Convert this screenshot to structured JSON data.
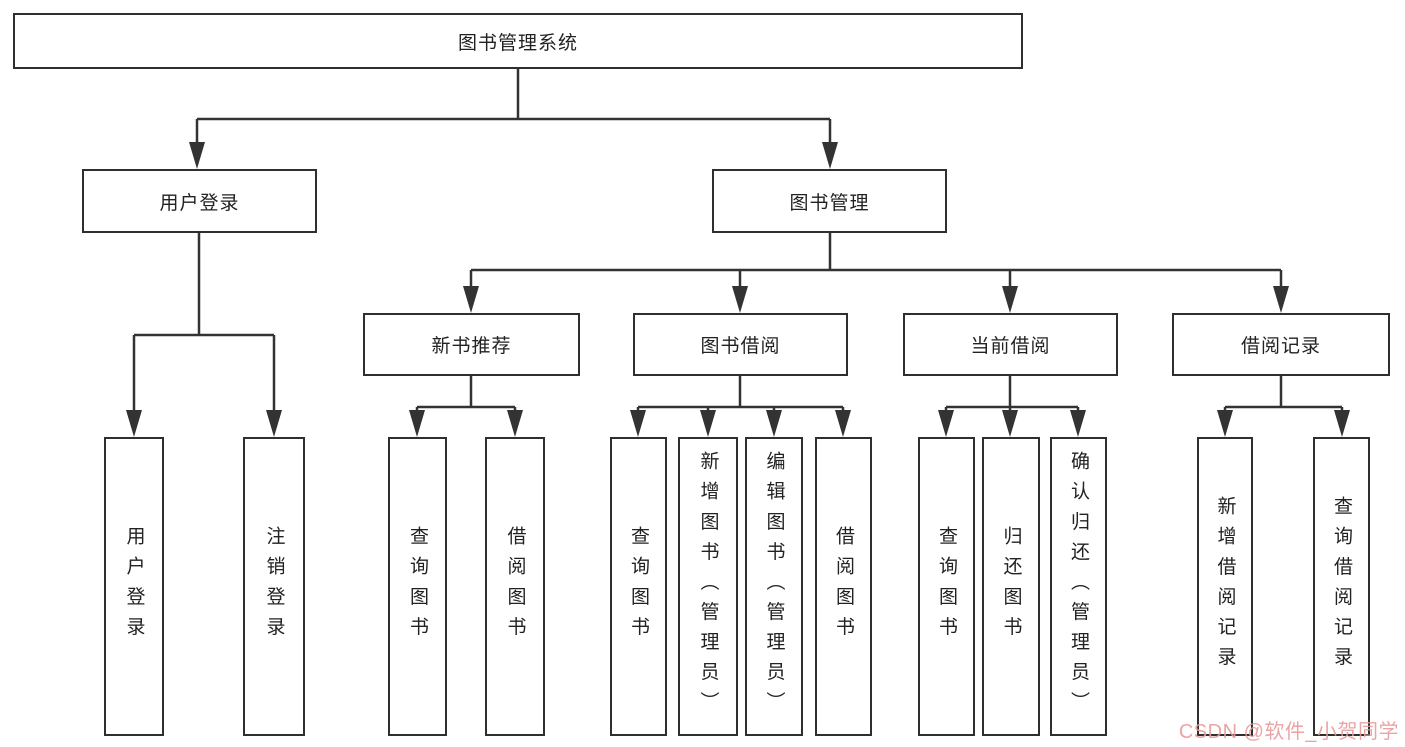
{
  "colors": {
    "line": "#333333",
    "border": "#2f2f2f",
    "text": "#222222",
    "watermark": "#e89b9b",
    "background": "#ffffff"
  },
  "root": {
    "label": "图书管理系统"
  },
  "branches": [
    {
      "label": "用户登录",
      "children": [
        {
          "label": "用户登录"
        },
        {
          "label": "注销登录"
        }
      ]
    },
    {
      "label": "图书管理",
      "children": [
        {
          "label": "新书推荐",
          "children": [
            {
              "label": "查询图书"
            },
            {
              "label": "借阅图书"
            }
          ]
        },
        {
          "label": "图书借阅",
          "children": [
            {
              "label": "查询图书"
            },
            {
              "label": "新增图书（管理员）"
            },
            {
              "label": "编辑图书（管理员）"
            },
            {
              "label": "借阅图书"
            }
          ]
        },
        {
          "label": "当前借阅",
          "children": [
            {
              "label": "查询图书"
            },
            {
              "label": "归还图书"
            },
            {
              "label": "确认归还（管理员）"
            }
          ]
        },
        {
          "label": "借阅记录",
          "children": [
            {
              "label": "新增借阅记录"
            },
            {
              "label": "查询借阅记录"
            }
          ]
        }
      ]
    }
  ],
  "watermark": {
    "text": "CSDN @软件_小贺同学"
  }
}
